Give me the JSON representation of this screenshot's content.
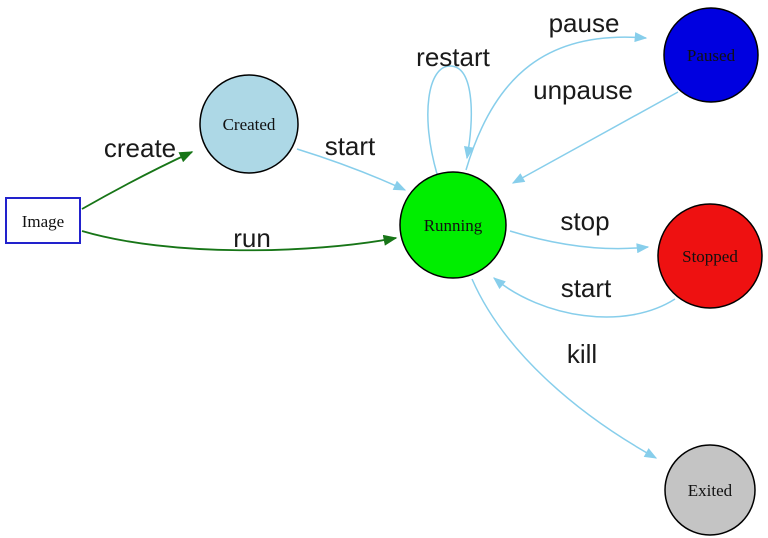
{
  "diagram": {
    "kind": "state-transition-diagram",
    "background": "#FFFFFF"
  },
  "colors": {
    "edge_green": "#177517",
    "edge_blue": "#87CEEB",
    "node_outline": "#000000",
    "label_text": "#1A1A1A"
  },
  "nodes": {
    "image": {
      "label": "Image",
      "shape": "rectangle",
      "fill": "#FFFFFF",
      "border": "#2222CC"
    },
    "created": {
      "label": "Created",
      "shape": "circle",
      "fill": "#ADD8E6",
      "border": "#000000"
    },
    "running": {
      "label": "Running",
      "shape": "circle",
      "fill": "#00EE00",
      "border": "#000000"
    },
    "paused": {
      "label": "Paused",
      "shape": "circle",
      "fill": "#0000E0",
      "border": "#000000"
    },
    "stopped": {
      "label": "Stopped",
      "shape": "circle",
      "fill": "#EE1111",
      "border": "#000000"
    },
    "exited": {
      "label": "Exited",
      "shape": "circle",
      "fill": "#C4C4C4",
      "border": "#000000"
    }
  },
  "edges": {
    "create": {
      "label": "create",
      "from": "image",
      "to": "created",
      "color": "#177517"
    },
    "run": {
      "label": "run",
      "from": "image",
      "to": "running",
      "color": "#177517"
    },
    "start_created": {
      "label": "start",
      "from": "created",
      "to": "running",
      "color": "#87CEEB"
    },
    "restart": {
      "label": "restart",
      "from": "running",
      "to": "running",
      "color": "#87CEEB"
    },
    "pause": {
      "label": "pause",
      "from": "running",
      "to": "paused",
      "color": "#87CEEB"
    },
    "unpause": {
      "label": "unpause",
      "from": "paused",
      "to": "running",
      "color": "#87CEEB"
    },
    "stop": {
      "label": "stop",
      "from": "running",
      "to": "stopped",
      "color": "#87CEEB"
    },
    "start_stopped": {
      "label": "start",
      "from": "stopped",
      "to": "running",
      "color": "#87CEEB"
    },
    "kill": {
      "label": "kill",
      "from": "running",
      "to": "exited",
      "color": "#87CEEB"
    }
  }
}
